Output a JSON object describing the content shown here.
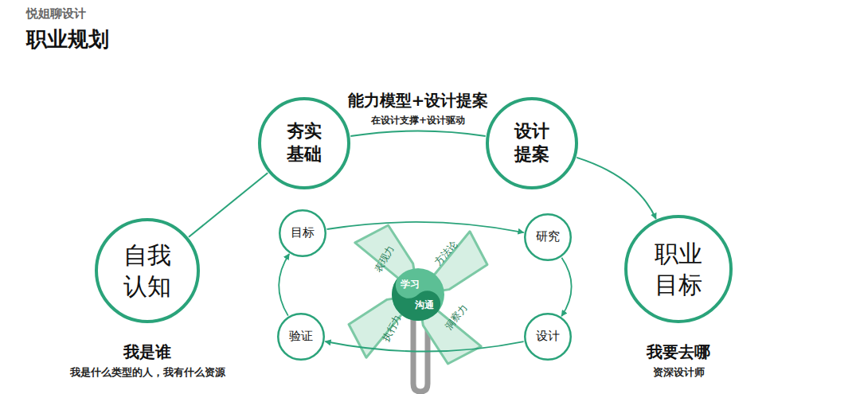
{
  "diagram": {
    "title": "职业规划",
    "nodes": [
      {
        "text": [
          "自我 认知"
        ]
      },
      {
        "text": [
          "夯实 基础"
        ]
      },
      {
        "text": [
          "设计 提案"
        ]
      },
      {
        "text": [
          "职业 目标"
        ]
      },
      {
        "text": [
          "目标"
        ]
      },
      {
        "text": [
          "研究"
        ]
      },
      {
        "text": [
          "设计"
        ]
      },
      {
        "text": [
          "验证"
        ]
      }
    ],
    "edges": [
      {
        "from": 0,
        "to": 1,
        "arrow": "none"
      },
      {
        "from": 1,
        "to": 2,
        "arrow": "none"
      },
      {
        "from": 2,
        "to": 3,
        "arrow": "to"
      },
      {
        "from": 4,
        "to": 5,
        "arrow": "to"
      },
      {
        "from": 5,
        "to": 6,
        "arrow": "to"
      },
      {
        "from": 6,
        "to": 7,
        "arrow": "to"
      },
      {
        "from": 7,
        "to": 4,
        "arrow": "to"
      }
    ],
    "labels": [
      "悦姐聊设计",
      "能力模型+设计提案",
      "在设计支撑+设计驱动",
      "我是谁",
      "我是什么类型的人，我有什么资源",
      "我要去哪",
      "资深设计师",
      "表现力",
      "方法论",
      "执行力",
      "洞察力",
      "学习",
      "沟通"
    ]
  }
}
